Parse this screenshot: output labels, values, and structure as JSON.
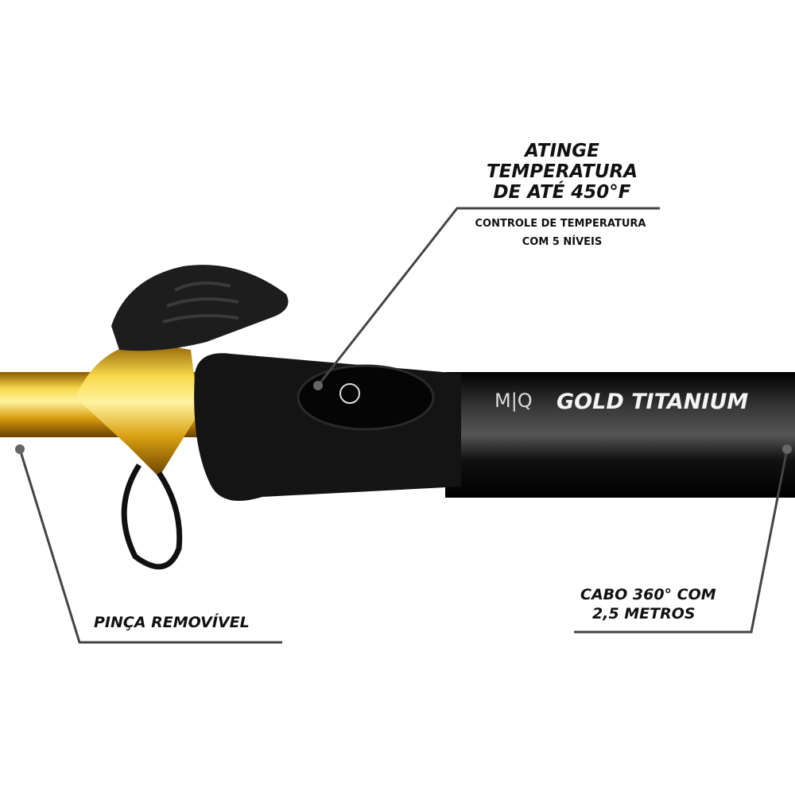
{
  "callouts": {
    "temperature": {
      "title_lines": [
        "ATINGE",
        "TEMPERATURA",
        "DE ATÉ 450°F"
      ],
      "subtitle_lines": [
        "CONTROLE DE TEMPERATURA",
        "COM 5 NÍVEIS"
      ]
    },
    "clip": {
      "label": "PINÇA REMOVÍVEL"
    },
    "cable": {
      "label_lines": [
        "CABO 360° COM",
        "2,5 METROS"
      ]
    }
  },
  "product": {
    "brand_logo": "M|Q",
    "model_name": "GOLD TITANIUM",
    "colors": {
      "barrel": "#e8b820",
      "handle": "#0c0c0c",
      "grip": "#151515"
    }
  }
}
